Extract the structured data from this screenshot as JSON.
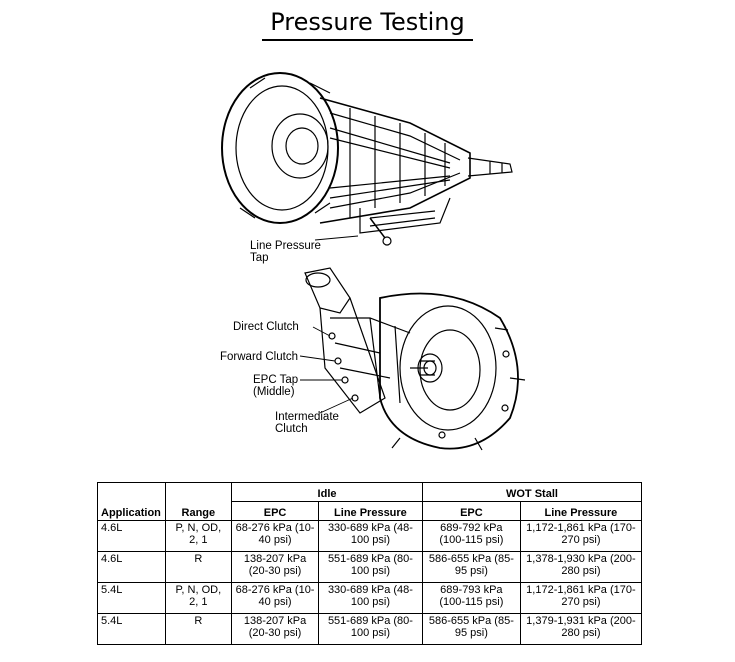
{
  "title": "Pressure Testing",
  "diagram": {
    "labels": {
      "line_pressure_tap": "Line Pressure\nTap",
      "direct_clutch": "Direct Clutch",
      "forward_clutch": "Forward Clutch",
      "epc_tap": "EPC Tap\n(Middle)",
      "intermediate_clutch": "Intermediate\nClutch"
    }
  },
  "table": {
    "group_headers": {
      "idle": "Idle",
      "wot_stall": "WOT Stall"
    },
    "columns": {
      "application": "Application",
      "range": "Range",
      "idle_epc": "EPC",
      "idle_line": "Line Pressure",
      "wot_epc": "EPC",
      "wot_line": "Line Pressure"
    },
    "rows": [
      {
        "application": "4.6L",
        "range": "P, N, OD,\n2, 1",
        "idle_epc": "68-276 kPa (10-\n40 psi)",
        "idle_line": "330-689 kPa (48-\n100 psi)",
        "wot_epc": "689-792 kPa\n(100-115 psi)",
        "wot_line": "1,172-1,861 kPa (170-\n270 psi)"
      },
      {
        "application": "4.6L",
        "range": "R",
        "idle_epc": "138-207 kPa\n(20-30 psi)",
        "idle_line": "551-689 kPa (80-\n100 psi)",
        "wot_epc": "586-655 kPa (85-\n95 psi)",
        "wot_line": "1,378-1,930 kPa (200-\n280 psi)"
      },
      {
        "application": "5.4L",
        "range": "P, N, OD,\n2, 1",
        "idle_epc": "68-276 kPa (10-\n40 psi)",
        "idle_line": "330-689 kPa (48-\n100 psi)",
        "wot_epc": "689-793 kPa\n(100-115 psi)",
        "wot_line": "1,172-1,861 kPa (170-\n270 psi)"
      },
      {
        "application": "5.4L",
        "range": "R",
        "idle_epc": "138-207 kPa\n(20-30 psi)",
        "idle_line": "551-689 kPa (80-\n100 psi)",
        "wot_epc": "586-655 kPa (85-\n95 psi)",
        "wot_line": "1,379-1,931 kPa (200-\n280 psi)"
      }
    ]
  }
}
